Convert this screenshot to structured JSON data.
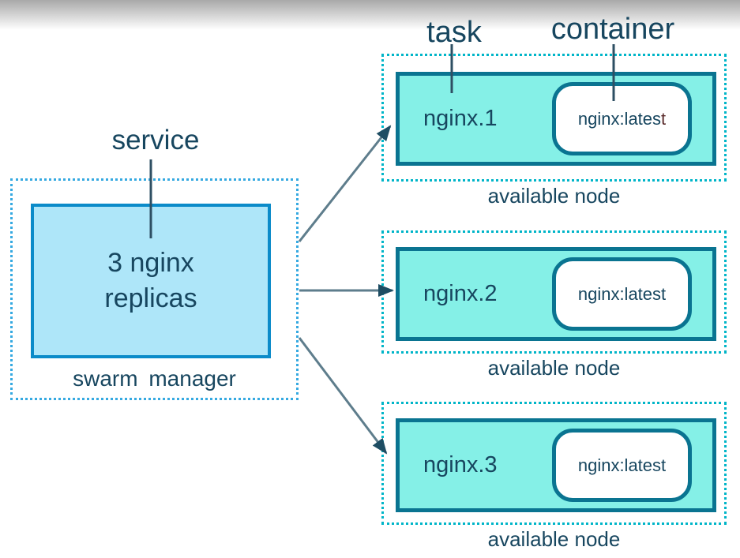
{
  "colors": {
    "accent_blue_dotted": "#35a9e1",
    "accent_blue_border": "#0b8bc9",
    "accent_blue_fill": "#aee6f9",
    "teal_dotted": "#00b5c8",
    "teal_border": "#0a7491",
    "teal_fill": "#85f0e7",
    "text_dark": "#17465f",
    "leader_line": "#2e4f63",
    "arrow_line": "#5e7d8c",
    "arrow_head": "#1e4d63",
    "suffix_maroon": "#5b2c2c",
    "top_gradient_gray": "#a9a9a9"
  },
  "labels": {
    "service": "service",
    "task": "task",
    "container": "container",
    "swarm_manager": "swarm manager"
  },
  "service_box": {
    "line1": "3 nginx",
    "line2": "replicas"
  },
  "nodes": [
    {
      "task_label": "nginx.1",
      "container_label": "nginx:lates",
      "container_label_suffix": "t",
      "node_label": "available node"
    },
    {
      "task_label": "nginx.2",
      "container_label": "nginx:latest",
      "container_label_suffix": "",
      "node_label": "available node"
    },
    {
      "task_label": "nginx.3",
      "container_label": "nginx:latest",
      "container_label_suffix": "",
      "node_label": "available node"
    }
  ]
}
